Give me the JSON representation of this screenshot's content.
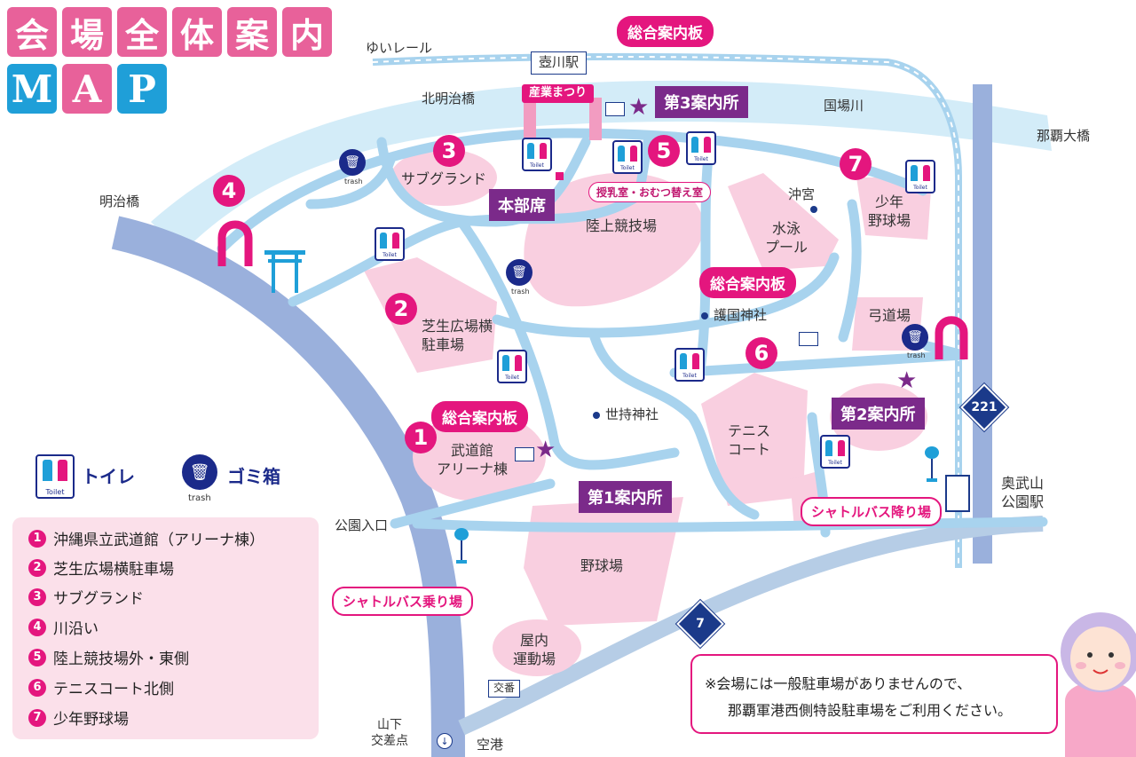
{
  "title": {
    "chars": [
      "会",
      "場",
      "全",
      "体",
      "案",
      "内"
    ],
    "sub": [
      "M",
      "A",
      "P"
    ]
  },
  "places": {
    "yui_rail": "ゆいレール",
    "tsuboagawa_station": "壺川駅",
    "kitameiji_bridge": "北明治橋",
    "sangyo_matsuri": "産業まつり",
    "kokuba_river": "国場川",
    "naha_bridge": "那覇大橋",
    "meiji_bridge": "明治橋",
    "sub_ground": "サブグランド",
    "honbuseki": "本部席",
    "nursing_room": "授乳室・おむつ替え室",
    "stadium": "陸上競技場",
    "okinogu": "沖宮",
    "pool": "水泳\nプール",
    "youth_baseball": "少年\n野球場",
    "gokoku_shrine": "護国神社",
    "kyudojo": "弓道場",
    "shibafu_parking": "芝生広場横\n駐車場",
    "sejimochi_shrine": "世持神社",
    "tennis": "テニス\nコート",
    "budokan": "武道館\nアリーナ棟",
    "koen_iriguchi": "公園入口",
    "baseball": "野球場",
    "indoor_gym": "屋内\n運動場",
    "koban": "交番",
    "yamashita": "山下\n交差点",
    "airport": "空港",
    "ounoyama_station": "奥武山\n公園駅"
  },
  "info_boards": {
    "board_top": "総合案内板",
    "board_mid": "総合案内板",
    "board_left": "総合案内板"
  },
  "info_centers": {
    "first": "第1案内所",
    "second": "第2案内所",
    "third": "第3案内所"
  },
  "bus": {
    "drop": "シャトルバス降り場",
    "board": "シャトルバス乗り場"
  },
  "routes": {
    "r221": "221",
    "r7": "7"
  },
  "icons": {
    "toilet_text": "Toilet",
    "trash_text": "trash"
  },
  "legend_icons": {
    "toilet_label": "トイレ",
    "trash_label": "ゴミ箱"
  },
  "area_numbers": [
    "1",
    "2",
    "3",
    "4",
    "5",
    "6",
    "7"
  ],
  "legend": [
    {
      "n": "1",
      "label": "沖縄県立武道館（アリーナ棟）"
    },
    {
      "n": "2",
      "label": "芝生広場横駐車場"
    },
    {
      "n": "3",
      "label": "サブグランド"
    },
    {
      "n": "4",
      "label": "川沿い"
    },
    {
      "n": "5",
      "label": "陸上競技場外・東側"
    },
    {
      "n": "6",
      "label": "テニスコート北側"
    },
    {
      "n": "7",
      "label": "少年野球場"
    }
  ],
  "note": {
    "line1": "※会場には一般駐車場がありませんので、",
    "line2": "那覇軍港西側特設駐車場をご利用ください。"
  },
  "colors": {
    "pink": "#e4167e",
    "light_pink": "#f9cfe0",
    "blue": "#1f9fd8",
    "light_blue": "#a8d3ee",
    "navy": "#1b3a8a",
    "purple": "#7b2a8a"
  }
}
